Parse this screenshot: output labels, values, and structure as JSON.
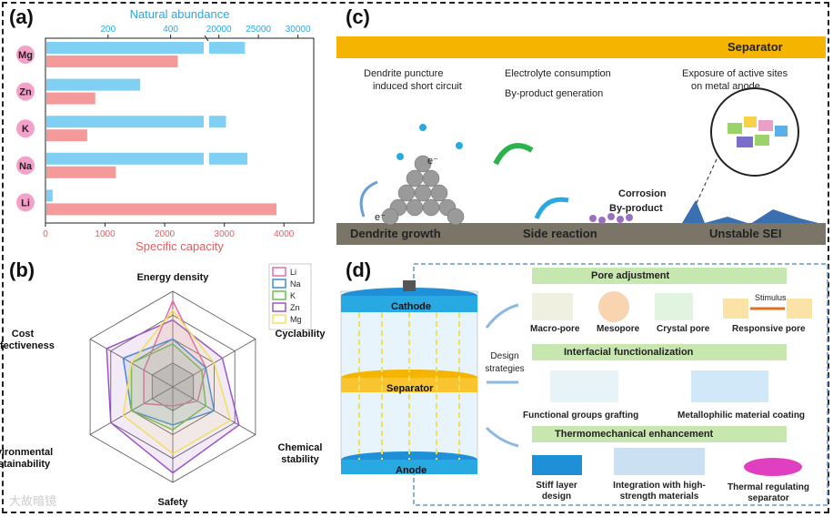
{
  "panels": {
    "a": "(a)",
    "b": "(b)",
    "c": "(c)",
    "d": "(d)"
  },
  "chart_data": [
    {
      "type": "bar",
      "orientation": "horizontal",
      "categories": [
        "Mg",
        "Zn",
        "K",
        "Na",
        "Li"
      ],
      "series": [
        {
          "name": "Natural abundance",
          "axis": "top",
          "color": "#7fd0f2",
          "values": [
            23300,
            300,
            20900,
            23600,
            20
          ]
        },
        {
          "name": "Specific capacity",
          "axis": "bottom",
          "color": "#f59a9a",
          "values": [
            2205,
            820,
            685,
            1165,
            3860
          ]
        }
      ],
      "top_axis": {
        "label": "Natural abundance",
        "ticks": [
          "200",
          "400",
          "20000",
          "25000",
          "30000"
        ],
        "broken": true
      },
      "bottom_axis": {
        "label": "Specific capacity",
        "ticks": [
          "0",
          "1000",
          "2000",
          "3000",
          "4000"
        ],
        "lim": [
          0,
          4500
        ]
      }
    },
    {
      "type": "radar",
      "axes": [
        "Energy density",
        "Cyclability",
        "Chemical stability",
        "Safety",
        "Environmental sustainability",
        "Cost effectiveness"
      ],
      "legend": [
        "Li",
        "Na",
        "K",
        "Zn",
        "Mg"
      ],
      "colors": {
        "Li": "#e86aa8",
        "Na": "#3a8fd8",
        "K": "#6cc04a",
        "Zn": "#9b55c8",
        "Mg": "#f0e060"
      },
      "series": [
        {
          "name": "Li",
          "values": [
            0.9,
            0.4,
            0.3,
            0.2,
            0.35,
            0.35
          ]
        },
        {
          "name": "Na",
          "values": [
            0.5,
            0.4,
            0.5,
            0.4,
            0.5,
            0.6
          ]
        },
        {
          "name": "K",
          "values": [
            0.45,
            0.35,
            0.4,
            0.45,
            0.5,
            0.5
          ]
        },
        {
          "name": "Zn",
          "values": [
            0.7,
            0.6,
            0.8,
            0.9,
            0.75,
            0.8
          ]
        },
        {
          "name": "Mg",
          "values": [
            0.8,
            0.5,
            0.7,
            0.7,
            0.6,
            0.5
          ]
        }
      ]
    }
  ],
  "c": {
    "separator": "Separator",
    "bullets": [
      "Dendrite puncture",
      "induced short circuit",
      "Electrolyte consumption",
      "By-product generation",
      "Exposure of active sites",
      "on metal anode"
    ],
    "labels": [
      "Corrosion",
      "By-product",
      "Dendrite growth",
      "Side reaction",
      "Unstable SEI"
    ],
    "electron": "e⁻"
  },
  "d": {
    "cathode": "Cathode",
    "separator": "Separator",
    "anode": "Anode",
    "design": "Design strategies",
    "headers": [
      "Pore adjustment",
      "Interfacial functionalization",
      "Thermomechanical enhancement"
    ],
    "pore": [
      "Macro-pore",
      "Mesopore",
      "Crystal pore",
      "Responsive pore"
    ],
    "stimulus": "Stimulus",
    "interface": [
      "Functional groups grafting",
      "Metallophilic material coating"
    ],
    "thermo": [
      "Stiff layer design",
      "Integration with high-strength materials",
      "Thermal regulating separator"
    ]
  },
  "watermark": "大故暗镜"
}
